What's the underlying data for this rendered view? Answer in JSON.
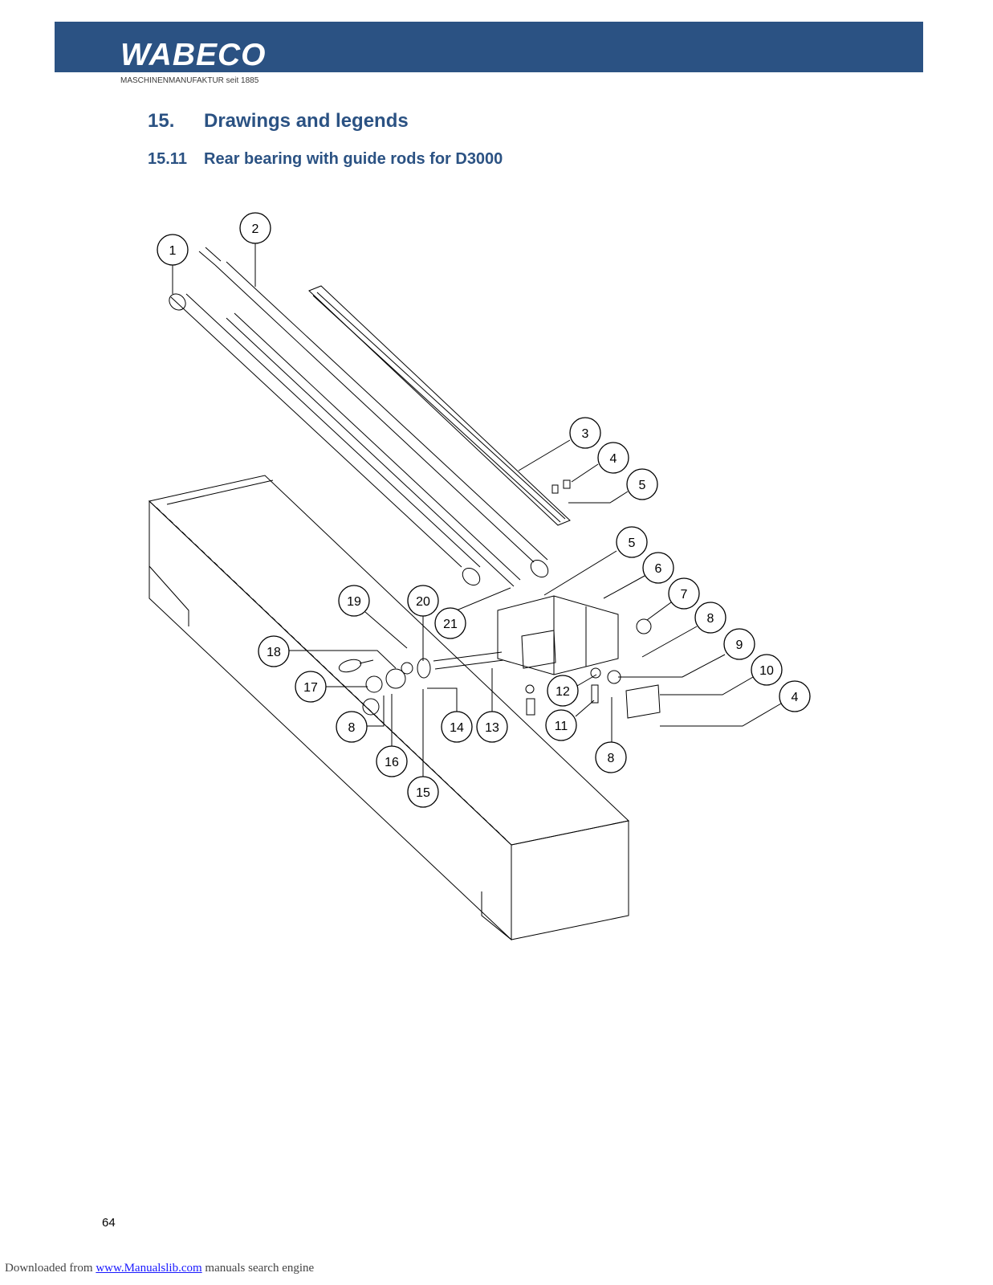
{
  "header": {
    "brand": "WABECO",
    "tagline": "MASCHINENMANUFAKTUR seit 1885",
    "bar_color": "#2b5283"
  },
  "section": {
    "number": "15.",
    "title": "Drawings and legends"
  },
  "subsection": {
    "number": "15.11",
    "title": "Rear bearing with guide rods for D3000"
  },
  "callouts": [
    "1",
    "2",
    "3",
    "4",
    "5",
    "5",
    "6",
    "7",
    "8",
    "9",
    "10",
    "4",
    "19",
    "20",
    "21",
    "18",
    "17",
    "12",
    "11",
    "8",
    "14",
    "13",
    "8",
    "16",
    "15"
  ],
  "page_number": "64",
  "footer": {
    "prefix": "Downloaded from ",
    "link": "www.Manualslib.com",
    "suffix": " manuals search engine"
  }
}
